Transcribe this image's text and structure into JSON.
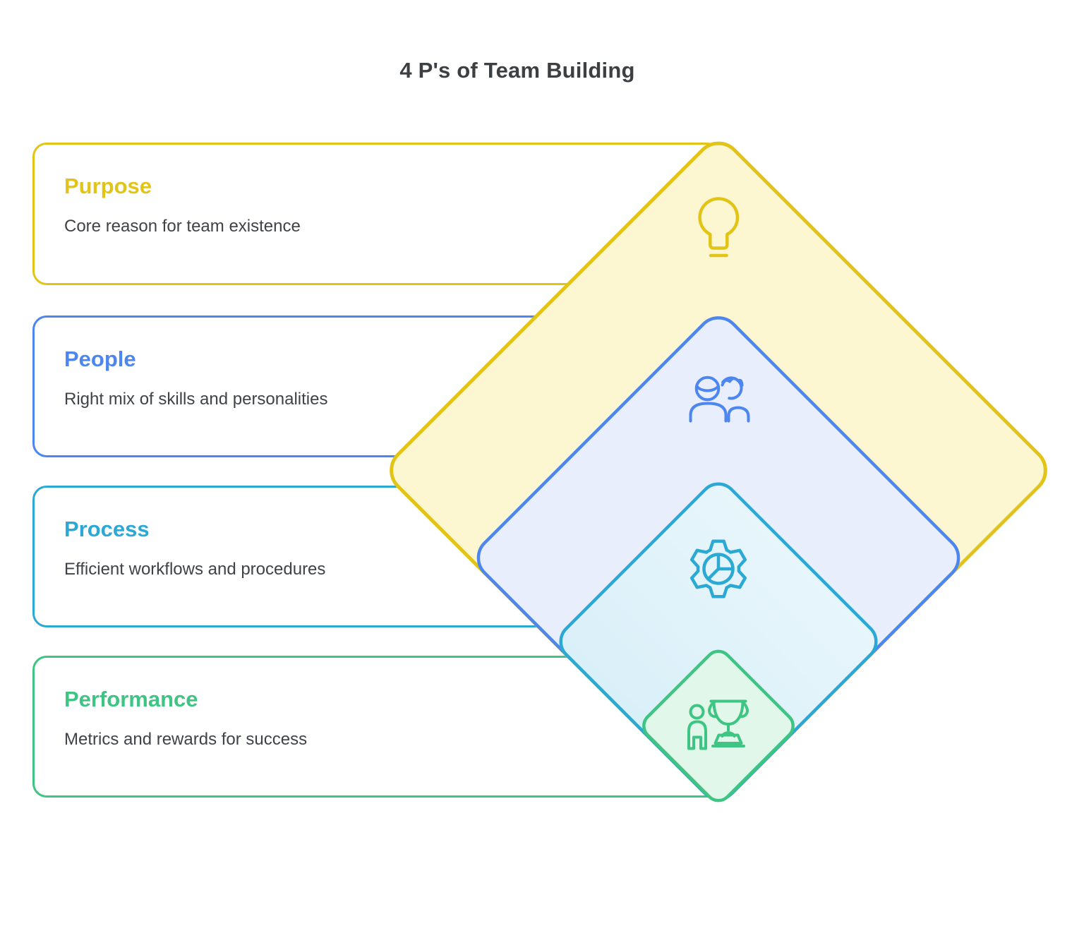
{
  "title": "4 P's of Team Building",
  "title_color": "#3D4043",
  "text_color": "#3F4347",
  "background": "#FFFFFF",
  "cards": [
    {
      "label": "Purpose",
      "description": "Core reason for team existence",
      "color": "#E2C417",
      "fill": "#FCF6D1",
      "icon": "lightbulb-icon"
    },
    {
      "label": "People",
      "description": "Right mix of skills and personalities",
      "color": "#4C86EE",
      "fill": "#E8EEFB",
      "icon": "people-icon"
    },
    {
      "label": "Process",
      "description": "Efficient workflows and procedures",
      "color": "#2BA9D4",
      "fill_top": "#EAF7FC",
      "fill_bottom": "#D7EEF8",
      "icon": "gear-pie-chart-icon"
    },
    {
      "label": "Performance",
      "description": "Metrics and rewards for success",
      "color": "#3EC483",
      "fill": "#E1F7EA",
      "icon": "person-trophy-icon"
    }
  ]
}
